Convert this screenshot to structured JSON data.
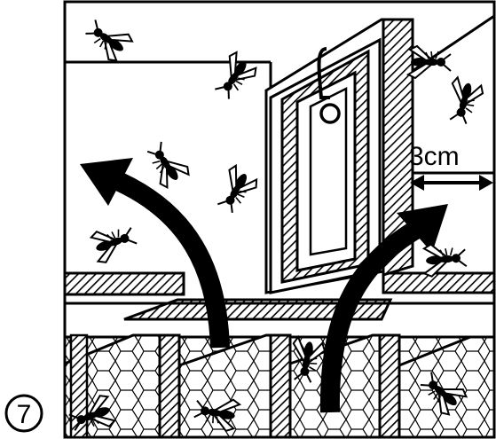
{
  "figure": {
    "step_number": "7",
    "measurement_label": "3cm",
    "colors": {
      "ink": "#000000",
      "paper": "#ffffff"
    }
  },
  "icons": {
    "airflow_arrows": [
      "curved-arrow-up-left",
      "curved-arrow-up-right"
    ],
    "insects": "wasp-icon",
    "comb": "honeycomb-texture"
  }
}
